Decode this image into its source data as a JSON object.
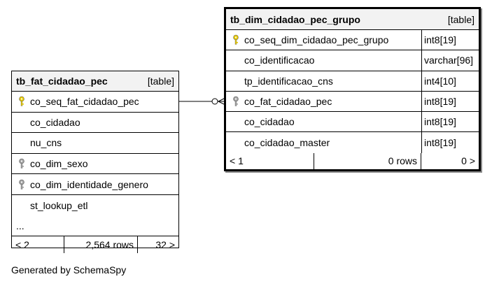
{
  "tables": {
    "fat": {
      "name": "tb_fat_cidadao_pec",
      "kind": "[table]",
      "columns": [
        {
          "name": "co_seq_fat_cidadao_pec",
          "key": "primary"
        },
        {
          "name": "co_cidadao",
          "key": "none"
        },
        {
          "name": "nu_cns",
          "key": "none"
        },
        {
          "name": "co_dim_sexo",
          "key": "foreign"
        },
        {
          "name": "co_dim_identidade_genero",
          "key": "foreign"
        },
        {
          "name": "st_lookup_etl",
          "key": "none"
        }
      ],
      "more": "...",
      "footer": {
        "prev": "< 2",
        "rows": "2,564 rows",
        "cols": "32 >"
      }
    },
    "dim": {
      "name": "tb_dim_cidadao_pec_grupo",
      "kind": "[table]",
      "columns": [
        {
          "name": "co_seq_dim_cidadao_pec_grupo",
          "type": "int8[19]",
          "key": "primary"
        },
        {
          "name": "co_identificacao",
          "type": "varchar[96]",
          "key": "none"
        },
        {
          "name": "tp_identificacao_cns",
          "type": "int4[10]",
          "key": "none"
        },
        {
          "name": "co_fat_cidadao_pec",
          "type": "int8[19]",
          "key": "foreign"
        },
        {
          "name": "co_cidadao",
          "type": "int8[19]",
          "key": "none"
        },
        {
          "name": "co_cidadao_master",
          "type": "int8[19]",
          "key": "none"
        }
      ],
      "footer": {
        "prev": "< 1",
        "rows": "0 rows",
        "cols": "0 >"
      }
    }
  },
  "generated_by": "Generated by SchemaSpy",
  "colors": {
    "primary_key": "#e6c800",
    "foreign_key": "#a0a0a0",
    "header_bg": "#f2f2f2"
  }
}
